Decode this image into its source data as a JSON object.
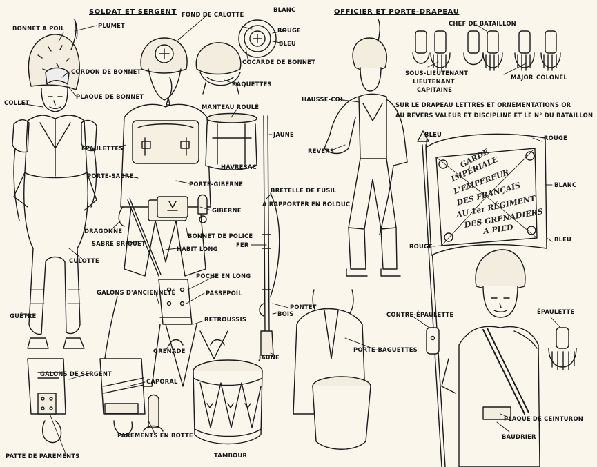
{
  "headers": {
    "left": "SOLDAT ET SERGENT",
    "right": "OFFICIER ET PORTE-DRAPEAU"
  },
  "labels": {
    "bonnet_a_poil": "BONNET A POIL",
    "plumet": "PLUMET",
    "fond_de_calotte": "FOND DE CALOTTE",
    "blanc_top": "BLANC",
    "rouge_top": "ROUGE",
    "bleu_top": "BLEU",
    "cocarde": "COCARDE DE BONNET",
    "cordon": "CORDON DE BONNET",
    "plaque_bonnet": "PLAQUE DE BONNET",
    "raquettes": "RAQUETTES",
    "collet": "COLLET",
    "manteau": "MANTEAU ROULÉ",
    "jaune_1": "JAUNE",
    "havresac": "HAVRESAC",
    "epaulettes": "ÉPAULETTES",
    "porte_sabre": "PORTE-SABRE",
    "porte_giberne": "PORTE-GIBERNE",
    "bretelle": "BRETELLE DE FUSIL",
    "a_rapporter": "A RAPPORTER EN BOLDUC",
    "giberne": "GIBERNE",
    "dragonne": "DRAGONNE",
    "bonnet_police": "BONNET DE POLICE",
    "fer": "FER",
    "sabre_briquet": "SABRE BRIQUET",
    "habit_long": "HABIT LONG",
    "culotte": "CULOTTE",
    "poche_en_long": "POCHE EN LONG",
    "passepoil": "PASSEPOIL",
    "galons_anc": "GALONS D'ANCIENNETÉ",
    "retroussis": "RETROUSSIS",
    "pontet": "PONTET",
    "bois": "BOIS",
    "guetre": "GUÊTRE",
    "grenade": "GRENADE",
    "jaune_2": "JAUNE",
    "galons_sergent": "GALONS DE SERGENT",
    "caporal": "CAPORAL",
    "patte": "PATTE DE PAREMENTS",
    "parements_botte": "PAREMENTS EN BOTTE",
    "tambour": "TAMBOUR",
    "chef_bataillon": "CHEF DE BATAILLON",
    "sous_lt": "SOUS-LIEUTENANT",
    "lieutenant": "LIEUTENANT",
    "capitaine": "CAPITAINE",
    "major": "MAJOR",
    "colonel": "COLONEL",
    "hausse_col": "HAUSSE-COL",
    "drapeau_1": "SUR LE DRAPEAU LETTRES ET ORNEMENTATIONS OR",
    "drapeau_2": "AU REVERS VALEUR ET DISCIPLINE ET LE N° DU BATAILLON",
    "bleu_flag": "BLEU",
    "rouge_flag": "ROUGE",
    "revers": "REVERS",
    "blanc_flag": "BLANC",
    "rouge_low": "ROUGE",
    "bleu_low": "BLEU",
    "contre_epaulette": "CONTRE-ÉPAULETTE",
    "epaulette": "ÉPAULETTE",
    "porte_baguettes": "PORTE-BAGUETTES",
    "plaque_ceinturon": "PLAQUE DE CEINTURON",
    "baudrier": "BAUDRIER"
  },
  "flag": {
    "line1": "GARDE",
    "line2": "IMPÉRIALE",
    "line3": "L'EMPEREUR",
    "line4": "DES FRANÇAIS",
    "line5": "AU 1er RÉGIMENT",
    "line6": "DES GRENADIERS",
    "line7": "A PIED"
  },
  "colors": {
    "paper": "#fbf6ec",
    "ink": "#1a1a1a"
  }
}
